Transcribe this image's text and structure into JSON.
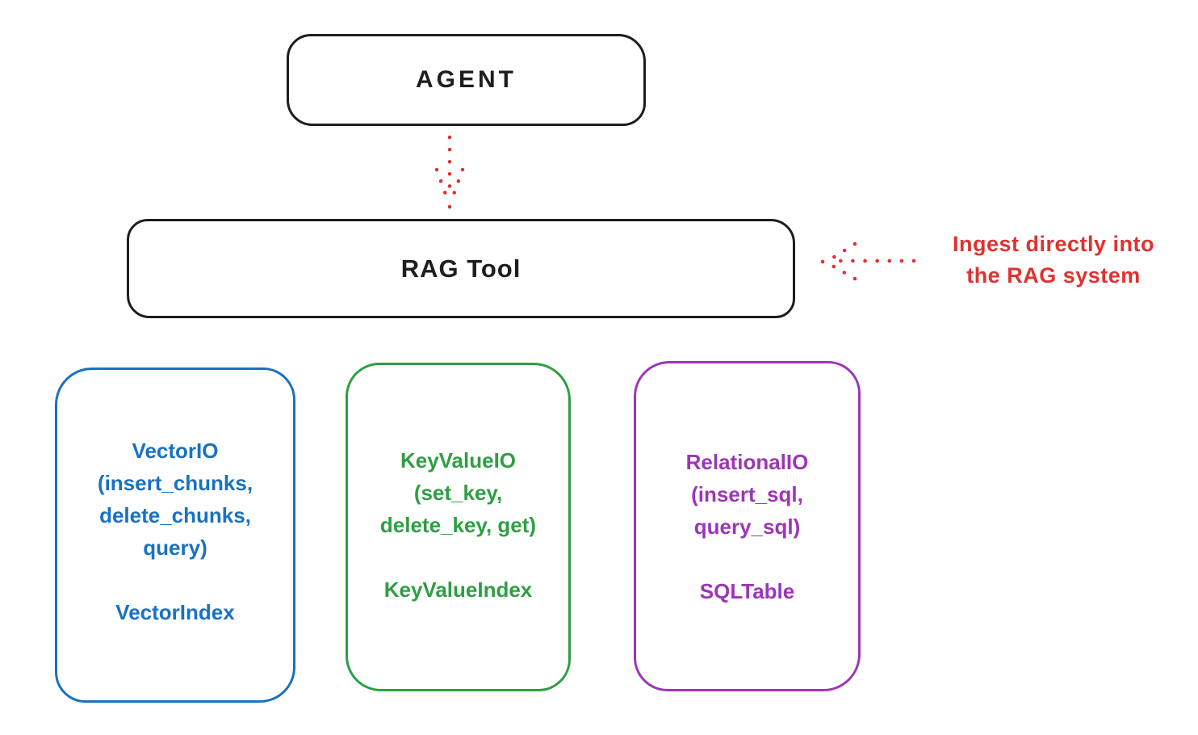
{
  "agent_box": {
    "label": "AGENT",
    "border_color": "#1e1e1e"
  },
  "rag_tool_box": {
    "label": "RAG Tool",
    "border_color": "#1e1e1e"
  },
  "agent_to_rag_arrow": {
    "style": "dotted",
    "color": "#e03131",
    "direction": "down"
  },
  "ingest_annotation": {
    "line1": "Ingest directly into",
    "line2": "the RAG system",
    "color": "#e03131",
    "arrow_style": "dotted",
    "arrow_direction": "left"
  },
  "stores": [
    {
      "name": "vector-io",
      "color": "#1971c2",
      "lines": [
        "VectorIO",
        "(insert_chunks,",
        "delete_chunks,",
        "query)"
      ],
      "index_label": "VectorIndex"
    },
    {
      "name": "key-value-io",
      "color": "#2f9e44",
      "lines": [
        "KeyValueIO",
        "(set_key,",
        "delete_key, get)"
      ],
      "index_label": "KeyValueIndex"
    },
    {
      "name": "relational-io",
      "color": "#9c36b5",
      "lines": [
        "RelationalIO",
        "(insert_sql,",
        "query_sql)"
      ],
      "index_label": "SQLTable"
    }
  ],
  "colors": {
    "black": "#1e1e1e",
    "red": "#e03131",
    "blue": "#1971c2",
    "green": "#2f9e44",
    "purple": "#9c36b5",
    "background": "#ffffff"
  }
}
